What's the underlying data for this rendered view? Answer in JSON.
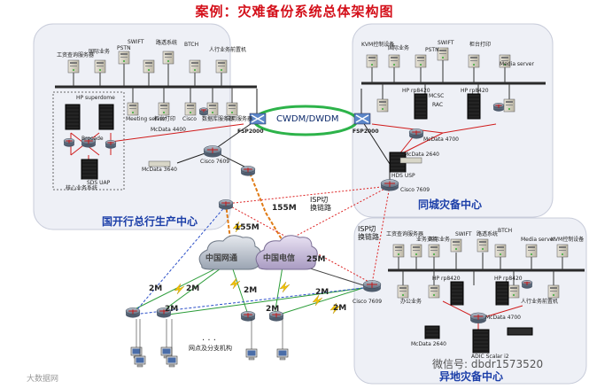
{
  "title": "案例：灾难备份系统总体架构图",
  "centers": {
    "production": "国开行总行生产中心",
    "same_city": "同城灾备中心",
    "remote": "异地灾备中心"
  },
  "links": {
    "cwdm": "CWDM/DWDM",
    "m155_a": "155M",
    "m155_b": "155M",
    "m25": "25M",
    "m2_labels": [
      "2M",
      "2M",
      "2M",
      "2M",
      "2M",
      "2M",
      "2M"
    ],
    "isp_switch_1": "ISP切\n换链路",
    "isp_switch_2": "ISP切\n换链路"
  },
  "clouds": {
    "cnc": "中国网通",
    "telecom": "中国电信"
  },
  "devices": {
    "fsp_left": "FSP2000",
    "fsp_right": "FSP2000",
    "branch_label": "网点及分支机构",
    "dots": "· · ·",
    "prod_servers": [
      "工资查询服务器",
      "国际业务",
      "PSTN",
      "SWIFT",
      "路透系统",
      "BTCH",
      "人行业务前置机"
    ],
    "prod_mid": [
      "Meeting server",
      "柜台打印",
      "Cisco",
      "数据库服务器",
      "应用服务器"
    ],
    "prod_core": [
      "HP superdome",
      "Brocade",
      "SDS UAP",
      "核心业务系统"
    ],
    "prod_net": [
      "McData 4400",
      "McData 3640",
      "Cisco 7609"
    ],
    "same_servers": [
      "KVM控制设备",
      "国际业务",
      "PSTN",
      "SWIFT",
      "柜台打印",
      "Media server"
    ],
    "same_mid": [
      "HP rp8420",
      "HP rp8420",
      "MCSC",
      "RAC"
    ],
    "same_net": [
      "McData 4700",
      "McData 2640",
      "HDS USP",
      "Cisco 7609"
    ],
    "remote_servers": [
      "工资查询服务器",
      "业务支持",
      "国际业务",
      "SWIFT",
      "路透系统",
      "BTCH",
      "Media server",
      "KVM控制设备"
    ],
    "remote_mid": [
      "HP rp8420",
      "HP rp8420",
      "办公业务",
      "人行业务前置机"
    ],
    "remote_net": [
      "McData 4700",
      "McData 2640",
      "ADIC Scalar i2",
      "Cisco 7609"
    ]
  },
  "watermark": "微信号: dbdr1573520",
  "brand": "大数据网"
}
